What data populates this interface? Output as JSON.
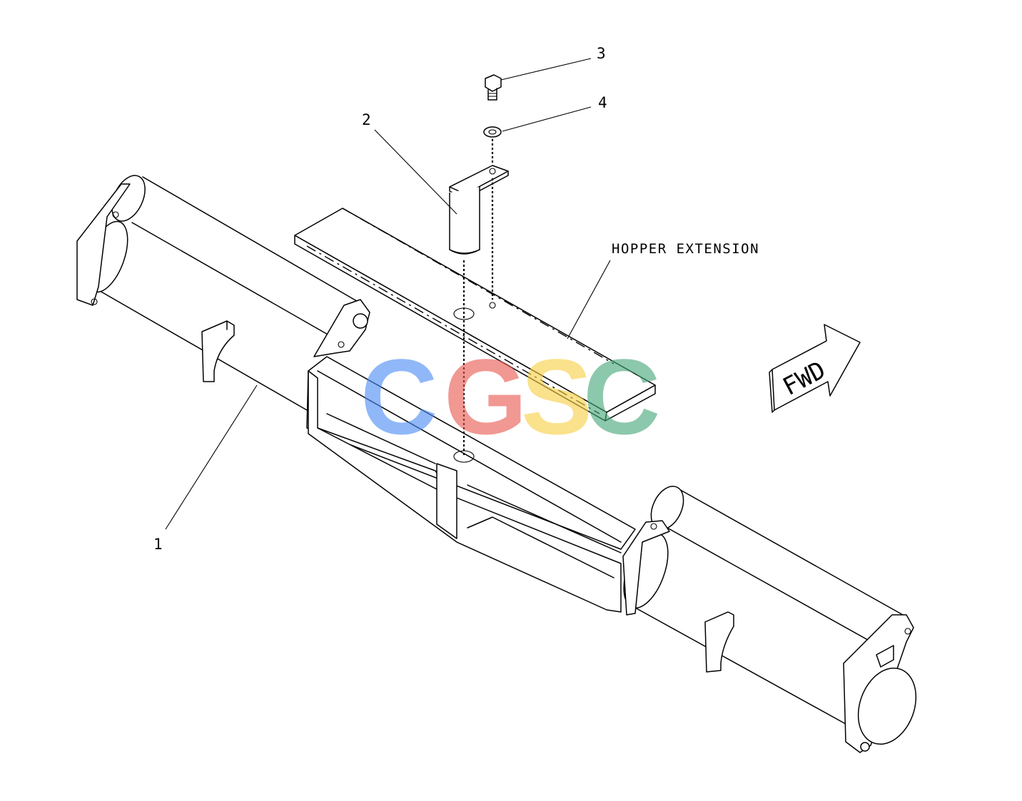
{
  "parts": [
    {
      "number": "1"
    },
    {
      "number": "2"
    },
    {
      "number": "3"
    },
    {
      "number": "4"
    }
  ],
  "callouts": {
    "hopper_extension": "HOPPER EXTENSION"
  },
  "direction_arrow": {
    "label": "FWD"
  },
  "watermark": {
    "text": "CGSC",
    "letters": [
      "C",
      "G",
      "S",
      "C"
    ],
    "colors": [
      "#4d8ef5",
      "#ea5a52",
      "#f8cf45",
      "#46a878"
    ]
  }
}
